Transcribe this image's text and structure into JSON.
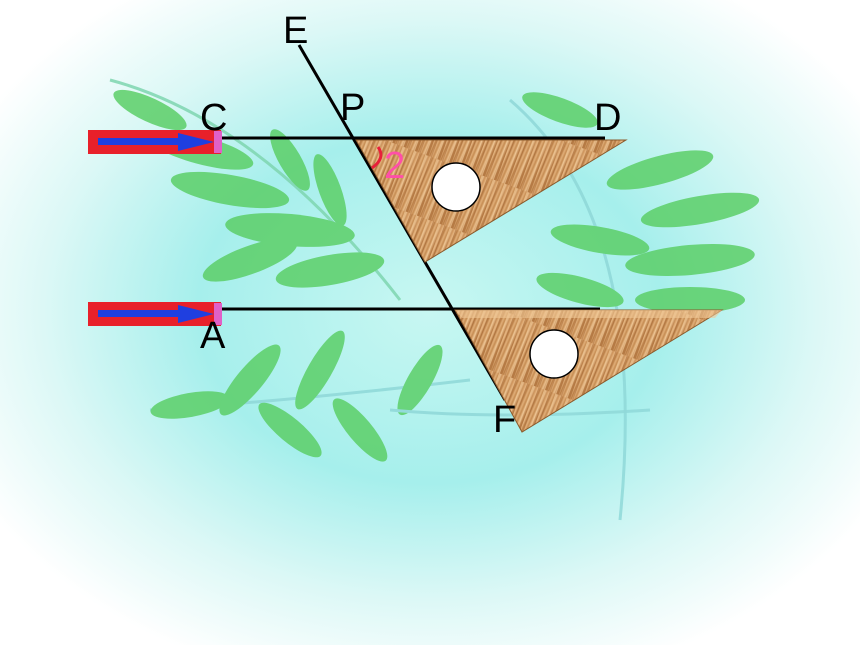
{
  "labels": {
    "E": "E",
    "P": "P",
    "C": "C",
    "D": "D",
    "A": "A",
    "F": "F",
    "angle": "2"
  },
  "colors": {
    "line": "#000000",
    "arrow_frame": "#e8202a",
    "arrow_body": "#1f3fe0",
    "arrow_cap": "#e060c8",
    "angle_mark": "#e8203a",
    "angle_label": "#ff4fa8",
    "wood_light": "#e2b07a",
    "wood_dark": "#a86c38",
    "leaf": "#5fd06a",
    "glow": "#a8f0ee"
  },
  "icons": {
    "top_arrow": "right-arrow-icon",
    "bottom_arrow": "right-arrow-icon",
    "top_triangle": "set-square-icon",
    "bottom_triangle": "set-square-icon"
  }
}
